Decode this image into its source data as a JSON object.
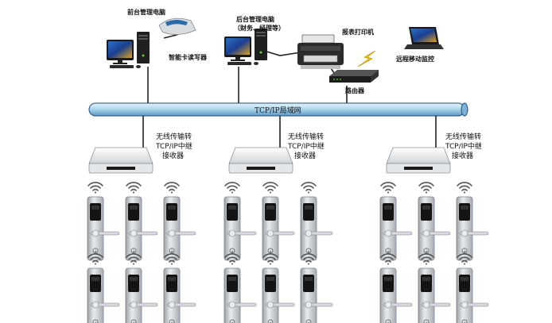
{
  "labels": {
    "front_pc": "前台管理电脑",
    "card_reader": "智能卡读写器",
    "back_pc_line1": "后台管理电脑",
    "back_pc_line2": "（财务、经理等）",
    "printer": "报表打印机",
    "remote": "远程移动监控",
    "router": "路由器",
    "network": "TCP/IP局域网",
    "receiver_line1": "无线传输转",
    "receiver_line2": "TCP/IP中继",
    "receiver_line3": "接收器"
  },
  "colors": {
    "bus": "#a9d4ea",
    "bus_edge": "#1e4d7a",
    "wire": "#222222",
    "lock_plate": "#c9cdd2",
    "lock_panel": "#141414",
    "wifi": "#555555"
  },
  "layout_groups": [
    {
      "group": "left",
      "locks_rows": 2,
      "locks_cols": 3
    },
    {
      "group": "middle",
      "locks_rows": 2,
      "locks_cols": 3
    },
    {
      "group": "right",
      "locks_rows": 2,
      "locks_cols": 3
    }
  ]
}
